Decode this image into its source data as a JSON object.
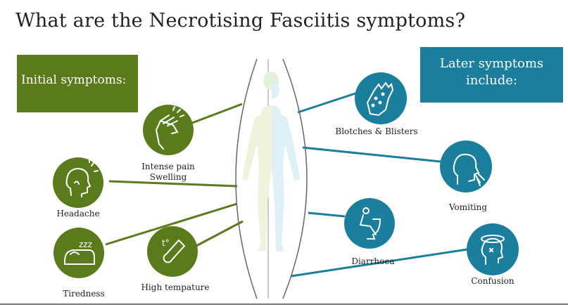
{
  "title": "What are the Necrotising Fasciitis symptoms?",
  "initial_box": {
    "label": "Initial symptoms:"
  },
  "later_box": {
    "line1": "Later symptoms",
    "line2": "include:"
  },
  "symptoms": {
    "intense_pain": {
      "line1": "Intense pain",
      "line2": "Swelling"
    },
    "headache": "Headache",
    "tiredness": "Tiredness",
    "high_temperature": "High tempature",
    "blotches": "Blotches & Blisters",
    "vomiting": "Vomiting",
    "diarrhoea": "Diarrhoea",
    "confusion": "Confusion"
  },
  "icon_glyphs": {
    "tiredness": "zzz",
    "temperature": "t°"
  },
  "colors": {
    "initial": "#5a7a1c",
    "later": "#1a7e9c",
    "title": "#222222"
  },
  "icons": {
    "intense_pain": "hand-pain-icon",
    "headache": "head-ache-icon",
    "tiredness": "sleep-icon",
    "high_temperature": "thermometer-icon",
    "blotches": "blistered-hand-icon",
    "vomiting": "vomiting-head-icon",
    "diarrhoea": "toilet-icon",
    "confusion": "dizzy-head-icon"
  }
}
